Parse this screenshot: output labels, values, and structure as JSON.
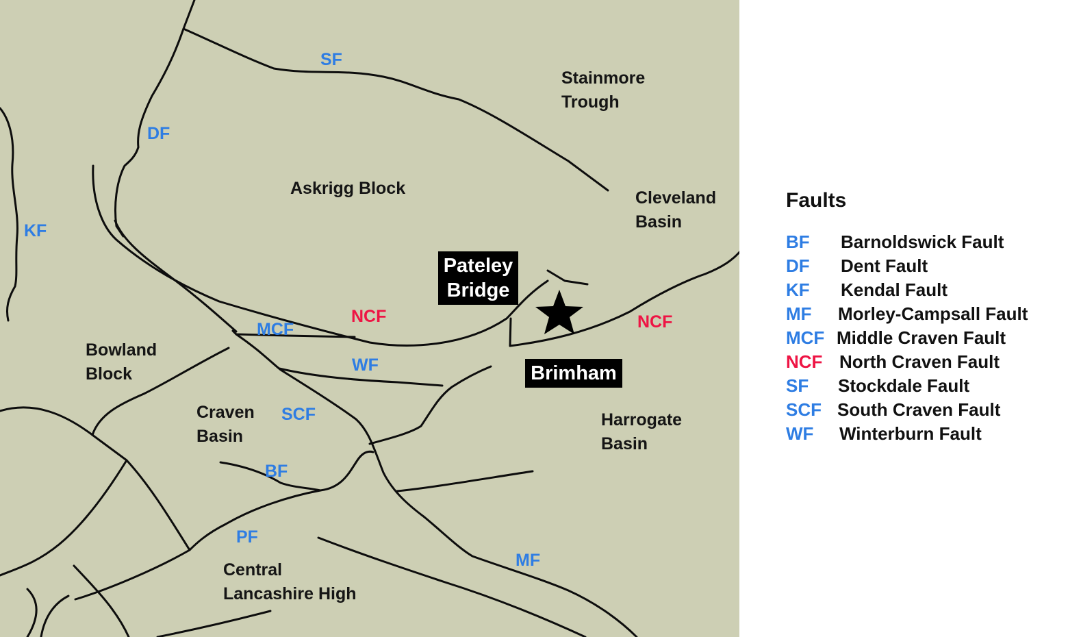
{
  "map": {
    "regions": {
      "stainmore_trough": "Stainmore\nTrough",
      "askrigg_block": "Askrigg Block",
      "cleveland_basin": "Cleveland\nBasin",
      "bowland_block": "Bowland\nBlock",
      "craven_basin": "Craven\nBasin",
      "harrogate_basin": "Harrogate\nBasin",
      "central_lancashire_high": "Central\nLancashire High"
    },
    "fault_labels": {
      "sf": "SF",
      "df": "DF",
      "kf": "KF",
      "mcf": "MCF",
      "ncf_west": "NCF",
      "ncf_east": "NCF",
      "wf": "WF",
      "scf": "SCF",
      "bf": "BF",
      "pf": "PF",
      "mf": "MF"
    },
    "places": {
      "pateley_bridge": "Pateley\nBridge",
      "brimham": "Brimham"
    },
    "marker_icon": "star-icon"
  },
  "legend": {
    "title": "Faults",
    "items": [
      {
        "code": "BF",
        "name": "Barnoldswick Fault",
        "color": "#2e7de3"
      },
      {
        "code": "DF",
        "name": "Dent Fault",
        "color": "#2e7de3"
      },
      {
        "code": "KF",
        "name": "Kendal Fault",
        "color": "#2e7de3"
      },
      {
        "code": "MF",
        "name": "Morley-Campsall Fault",
        "color": "#2e7de3"
      },
      {
        "code": "MCF",
        "name": "Middle Craven Fault",
        "color": "#2e7de3"
      },
      {
        "code": "NCF",
        "name": "North Craven Fault",
        "color": "#ee1444"
      },
      {
        "code": "SF",
        "name": "Stockdale Fault",
        "color": "#2e7de3"
      },
      {
        "code": "SCF",
        "name": "South Craven Fault",
        "color": "#2e7de3"
      },
      {
        "code": "WF",
        "name": "Winterburn Fault",
        "color": "#2e7de3"
      }
    ]
  },
  "colors": {
    "map_background": "#cdcfb4",
    "fault_line": "#0d0d0d",
    "fault_label_blue": "#2e7de3",
    "fault_label_red": "#ee1444"
  }
}
